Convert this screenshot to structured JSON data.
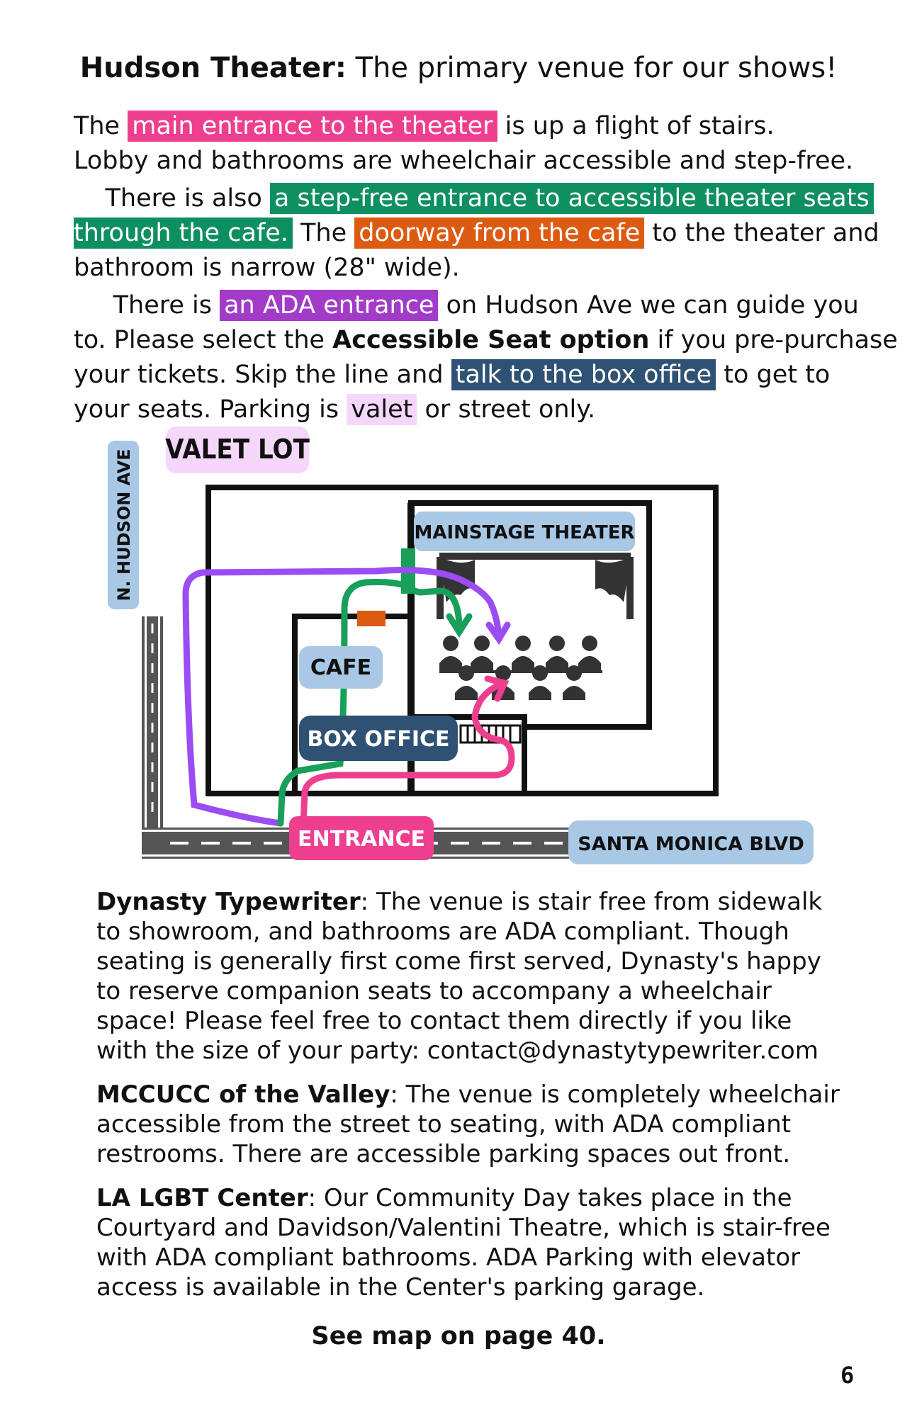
{
  "title": {
    "bold": "Hudson Theater:",
    "rest": " The primary venue for our shows!"
  },
  "intro": {
    "l1_a": "The ",
    "l1_hl": "main entrance to the theater",
    "l1_b": " is up a flight of stairs.",
    "l2": "Lobby and bathrooms are wheelchair accessible and step-free.",
    "l3_a": "    There is also ",
    "l3_hl": "a step-free entrance to accessible theater seats",
    "l4_hl": "through the cafe.",
    "l4_a": " The ",
    "l4_hl2": "doorway from the cafe",
    "l4_b": " to the theater and",
    "l5": "bathroom is narrow (28\" wide).",
    "l6_a": "     There is ",
    "l6_hl": "an ADA entrance",
    "l6_b": " on Hudson Ave we can guide you",
    "l7_a": "to. Please select the ",
    "l7_bold": "Accessible Seat option",
    "l7_b": " if you pre-purchase",
    "l8_a": "your tickets. Skip the line and ",
    "l8_hl": "talk to the box office",
    "l8_b": " to get to",
    "l9_a": "your seats. Parking is ",
    "l9_hl": "valet",
    "l9_b": " or street only."
  },
  "map": {
    "valet_lot": "VALET LOT",
    "street_hudson": "N. HUDSON AVE",
    "mainstage": "MAINSTAGE THEATER",
    "cafe": "CAFE",
    "box_office": "BOX OFFICE",
    "entrance": "ENTRANCE",
    "street_santa_monica": "SANTA MONICA BLVD",
    "colors": {
      "main_entrance_path": "#ee3f8e",
      "cafe_path": "#18a05a",
      "ada_path": "#9b4cf2",
      "doorway": "#dd5a11",
      "label_blue": "#a8c8e6",
      "box_office_bg": "#2f5274",
      "valet_bg": "#f5d7fb",
      "road": "#555555"
    },
    "icons": [
      "theater-curtain-icon",
      "audience-seats-icon",
      "stairs-icon"
    ]
  },
  "venues": [
    {
      "name": "Dynasty Typewriter",
      "text": ": The venue is stair free from sidewalk to showroom, and bathrooms are ADA compliant. Though seating is generally first come first served, Dynasty's happy to reserve companion seats to accompany a wheelchair space! Please feel free to contact them directly if you like with the size of your party: contact@dynastytypewriter.com"
    },
    {
      "name": "MCCUCC of the Valley",
      "text": ": The venue is completely wheelchair accessible from the street to seating, with ADA compliant restrooms. There are accessible parking spaces out front."
    },
    {
      "name": "LA LGBT Center",
      "text": ": Our Community Day takes place in the Courtyard and Davidson/Valentini Theatre, which is stair-free with ADA compliant bathrooms. ADA Parking with elevator access is available in the Center's parking garage."
    }
  ],
  "see_map": "See map on page 40.",
  "page_number": "6"
}
